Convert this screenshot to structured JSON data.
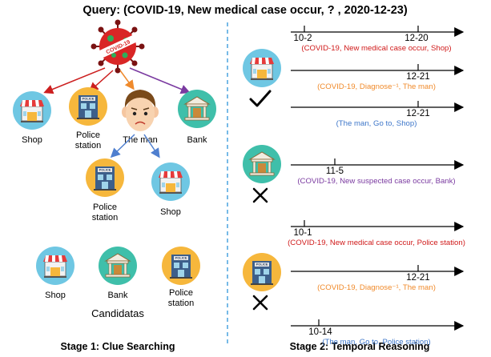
{
  "query": "Query:   (COVID-19, New medical case occur, ? ,  2020-12-23)",
  "stage1": {
    "title": "Stage 1: Clue Searching",
    "virus_label": "COVID-19",
    "nodes": {
      "shop": "Shop",
      "police": [
        "Police",
        "station"
      ],
      "man": "The man",
      "bank": "Bank",
      "police2": [
        "Police",
        "station"
      ],
      "shop2": "Shop"
    },
    "candidates_title": "Candidatas",
    "candidates": {
      "shop": "Shop",
      "bank": "Bank",
      "police": [
        "Police",
        "station"
      ]
    },
    "badge_text": "POLICE"
  },
  "stage2": {
    "title": "Stage 2: Temporal Reasoning",
    "groups": [
      {
        "result": "check",
        "timelines": [
          {
            "ticks": [
              "10-2",
              "12-20"
            ],
            "label": "(COVID-19, New medical case occur, Shop)",
            "color": "#d01a1a"
          },
          {
            "ticks": [
              "12-21"
            ],
            "label": "(COVID-19, Diagnose⁻¹, The man)",
            "color": "#f08a2a"
          },
          {
            "ticks": [
              "12-21"
            ],
            "label": "(The man, Go to, Shop)",
            "color": "#3d76c9"
          }
        ]
      },
      {
        "result": "cross",
        "timelines": [
          {
            "ticks": [
              "11-5"
            ],
            "label": "(COVID-19, New suspected case occur, Bank)",
            "color": "#7a3aa0"
          }
        ]
      },
      {
        "result": "cross",
        "timelines": [
          {
            "ticks": [
              "10-1"
            ],
            "label": "(COVID-19, New medical case occur, Police station)",
            "color": "#d01a1a"
          },
          {
            "ticks": [
              "12-21"
            ],
            "label": "(COVID-19, Diagnose⁻¹,  The man)",
            "color": "#f08a2a"
          },
          {
            "ticks": [
              "10-14"
            ],
            "label": "(The man, Go to, Police station)",
            "color": "#3d76c9"
          }
        ]
      }
    ]
  },
  "colors": {
    "red": "#cc1f1f",
    "orange": "#ef8a2c",
    "purple": "#7a3aa0",
    "blue": "#4f7fcf",
    "divider": "#4aa3df",
    "shop_bg": "#6fc7e3",
    "police_bg": "#f6b73c",
    "bank_bg": "#3fbfaa"
  },
  "icons": [
    "virus-icon",
    "shop-icon",
    "police-station-icon",
    "man-face-icon",
    "bank-icon",
    "check-icon",
    "cross-icon"
  ]
}
